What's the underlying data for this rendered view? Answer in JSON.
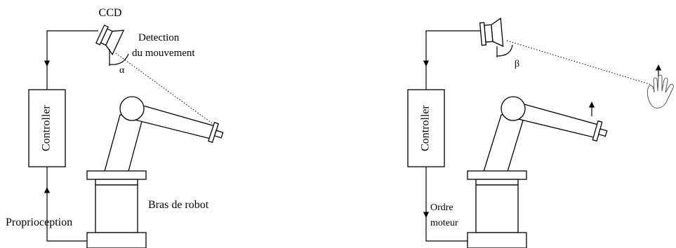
{
  "left_panel": {
    "camera_label": "CCD",
    "detection_line1": "Detection",
    "detection_line2": "du mouvement",
    "angle_label": "α",
    "controller_label": "Controller",
    "robot_label": "Bras de robot",
    "proprioception_label": "Proprioception"
  },
  "right_panel": {
    "angle_label": "β",
    "controller_label": "Controller",
    "command_line1": "Ordre",
    "command_line2": "moteur"
  },
  "icons": [
    "ccd-camera-icon",
    "robot-arm-icon",
    "hand-icon",
    "up-arrow-icon"
  ]
}
